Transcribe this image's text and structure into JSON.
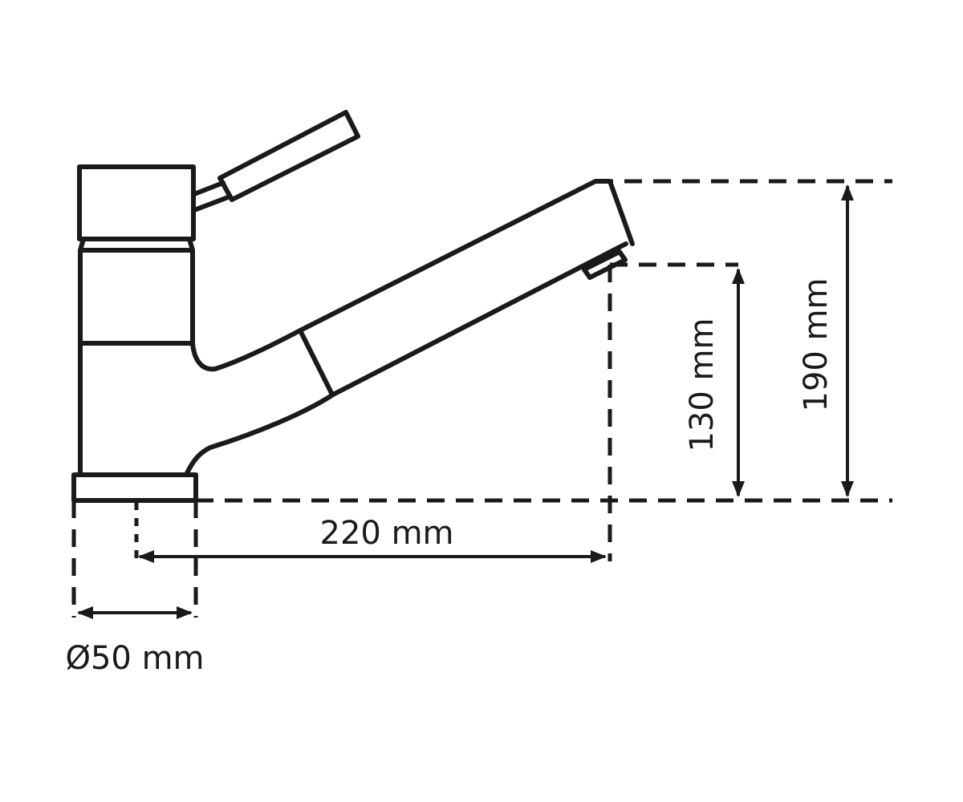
{
  "dimensions": {
    "spout_reach": "220 mm",
    "spout_height": "130 mm",
    "total_height": "190 mm",
    "base_diameter": "Ø50 mm"
  },
  "colors": {
    "line": "#1a1a1a",
    "background": "#ffffff"
  }
}
